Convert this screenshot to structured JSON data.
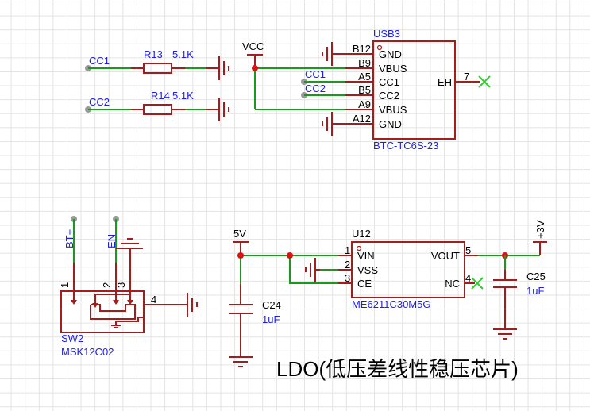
{
  "cc_resistors": {
    "net_cc1": "CC1",
    "net_cc2": "CC2",
    "r13_ref": "R13",
    "r13_value": "5.1K",
    "r14_ref": "R14",
    "r14_value": "5.1K",
    "vcc_label": "VCC"
  },
  "usb": {
    "ref": "USB3",
    "part": "BTC-TC6S-23",
    "pins": [
      {
        "num": "B12",
        "name": "GND"
      },
      {
        "num": "B9",
        "name": "VBUS"
      },
      {
        "num": "A5",
        "name": "CC1"
      },
      {
        "num": "B5",
        "name": "CC2"
      },
      {
        "num": "A9",
        "name": "VBUS"
      },
      {
        "num": "A12",
        "name": "GND"
      }
    ],
    "eh_name": "EH",
    "eh_num": "7",
    "net_cc1": "CC1",
    "net_cc2": "CC2"
  },
  "switch": {
    "ref": "SW2",
    "part": "MSK12C02",
    "net_bt": "BT+",
    "net_en": "EN",
    "pin1": "1",
    "pin2": "2",
    "pin3": "3",
    "pin4": "4"
  },
  "ldo": {
    "ref": "U12",
    "part": "ME6211C30M5G",
    "in_net": "5V",
    "out_net": "+3V",
    "pins_left": [
      {
        "num": "1",
        "name": "VIN"
      },
      {
        "num": "2",
        "name": "VSS"
      },
      {
        "num": "3",
        "name": "CE"
      }
    ],
    "pins_right": [
      {
        "num": "5",
        "name": "VOUT"
      },
      {
        "num": "4",
        "name": "NC"
      }
    ],
    "c24_ref": "C24",
    "c24_value": "1uF",
    "c25_ref": "C25",
    "c25_value": "1uF"
  },
  "annotation": "LDO(低压差线性稳压芯片)",
  "colors": {
    "wire": "#1a9a1a",
    "symbol": "#a21d1d",
    "label": "#1f1fe6",
    "junction": "#dd1111"
  }
}
